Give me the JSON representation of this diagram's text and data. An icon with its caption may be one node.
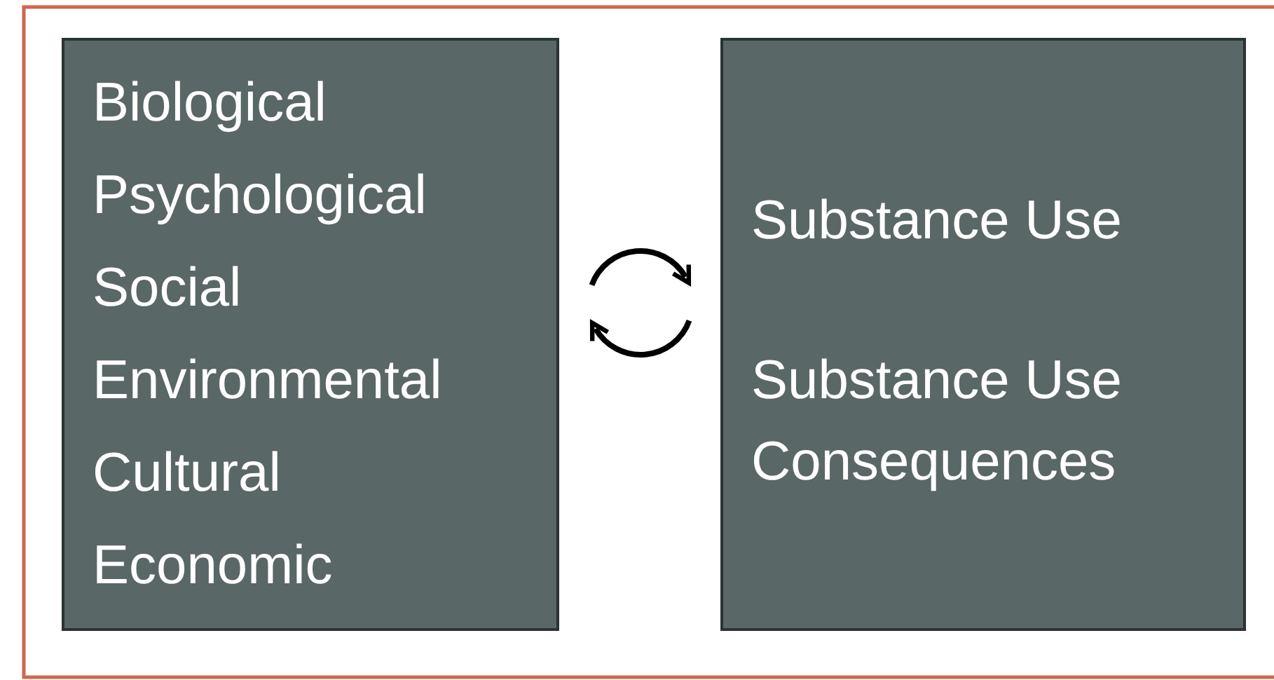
{
  "diagram": {
    "nodes": [
      {
        "text": [
          "Biological",
          "Psychological",
          "Social",
          "Environmental",
          "Cultural",
          "Economic"
        ]
      },
      {
        "text": [
          "Substance Use",
          "Substance Use Consequences"
        ]
      }
    ],
    "edges": []
  }
}
